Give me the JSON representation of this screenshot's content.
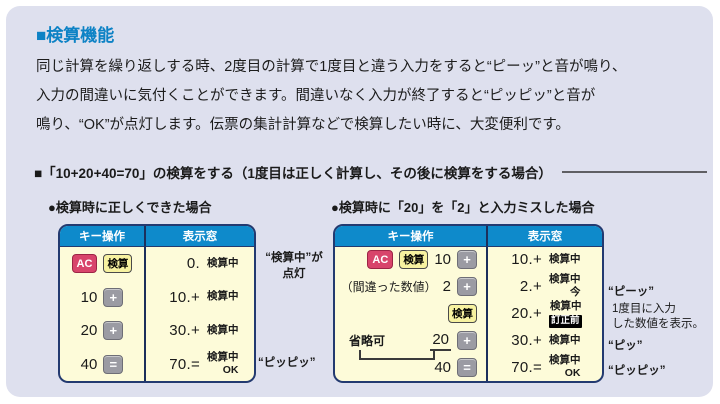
{
  "header": {
    "title": "■検算機能"
  },
  "intro": {
    "text": "同じ計算を繰り返しする時、2度目の計算で1度目と違う入力をすると“ピーッ”と音が鳴り、\n入力の間違いに気付くことができます。間違いなく入力が終了すると“ピッピッ”と音が\n鳴り、“OK”が点灯します。伝票の集計計算などで検算したい時に、大変便利です。"
  },
  "section": {
    "heading": "■「10+20+40=70」の検算をする（1度目は正しく計算し、その後に検算をする場合）"
  },
  "buttons": {
    "ac": "AC",
    "check": "検算",
    "plus": "+",
    "equals": "="
  },
  "case_left": {
    "title": "●検算時に正しくできた場合",
    "table": {
      "col_key": "キー操作",
      "col_display": "表示窓",
      "rows": [
        {
          "display": "0.",
          "status": "検算中"
        },
        {
          "key_num": "10",
          "display": "10.+",
          "status": "検算中"
        },
        {
          "key_num": "20",
          "display": "30.+",
          "status": "検算中"
        },
        {
          "key_num": "40",
          "display": "70.=",
          "status": "検算中\nOK"
        }
      ]
    },
    "annotations": {
      "lit": "“検算中”が\n点灯",
      "beep_ok": "“ピッピッ”"
    }
  },
  "case_right": {
    "title": "●検算時に「20」を「2」と入力ミスした場合",
    "table": {
      "col_key": "キー操作",
      "col_display": "表示窓",
      "rows": [
        {
          "key_num": "10",
          "display": "10.+",
          "status": "検算中"
        },
        {
          "key_label": "（間違った数値）",
          "key_num": "2",
          "display": "2.+",
          "status": "検算中\n今"
        },
        {
          "display": "20.+",
          "status": "検算中",
          "badge": "訂正前"
        },
        {
          "key_note": "省略可",
          "key_num": "20",
          "display": "30.+",
          "status": "検算中"
        },
        {
          "key_num": "40",
          "display": "70.=",
          "status": "検算中\nOK"
        }
      ]
    },
    "annotations": {
      "beep_error": "“ピーッ”",
      "note": "1度目に入力\nした数値を表示。",
      "beep_short": "“ピッ”",
      "beep_ok": "“ピッピッ”"
    }
  },
  "colors": {
    "panel_bg": "#dee0ee",
    "accent_blue": "#0d82c5",
    "table_header_bg": "#0e8acb",
    "table_body_bg": "#fdfbd9",
    "table_border": "#233a70",
    "ac_key_red": "#d8446b",
    "check_key_yellow": "#f7f2a0",
    "op_key_gray": "#9b9ba3",
    "badge_bg": "#000000"
  }
}
